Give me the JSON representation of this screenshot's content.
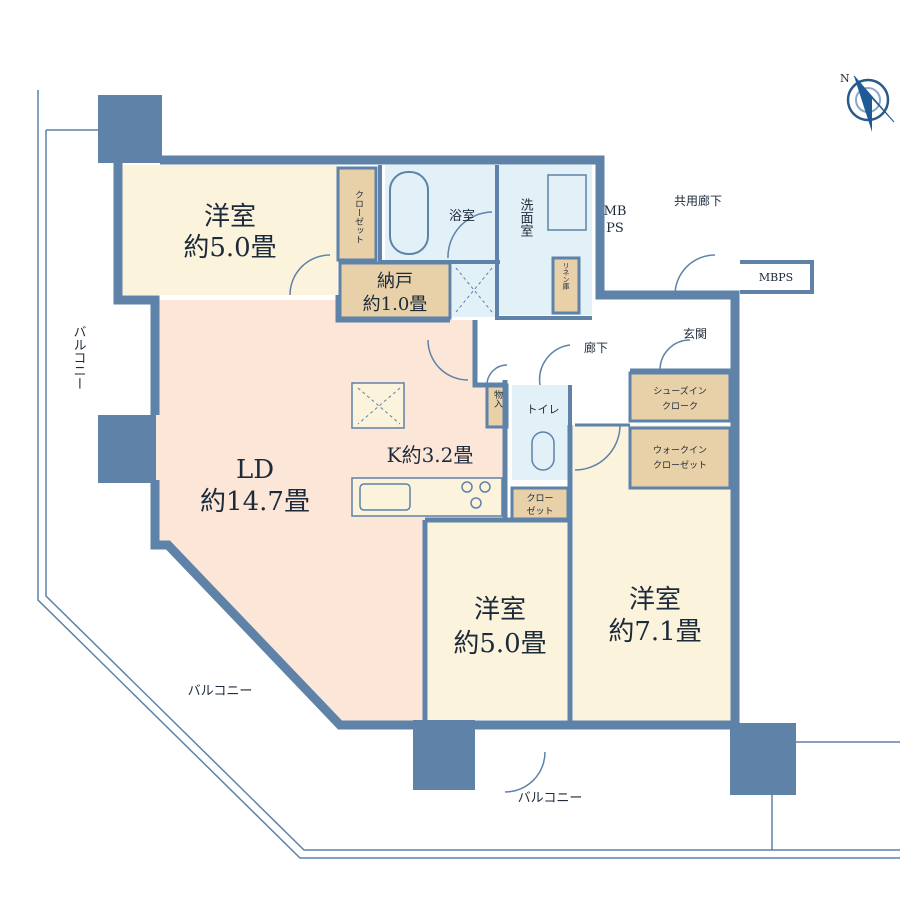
{
  "colors": {
    "wall": "#5e82a8",
    "room": "#fbf3dc",
    "living": "#fbe6d8",
    "wet": "#e2f0f8",
    "storage": "#e8d0a8",
    "line": "#5e82a8"
  },
  "compass": {
    "icon": "compass-north-icon",
    "letter": "N"
  },
  "rooms": {
    "western_a": {
      "name": "洋室",
      "size": "約5.0畳"
    },
    "storeroom": {
      "name": "納戸",
      "size": "約1.0畳"
    },
    "bath": {
      "name": "浴室"
    },
    "washroom": {
      "name": "洗面室"
    },
    "ld": {
      "name": "LD",
      "size": "約14.7畳"
    },
    "kitchen": {
      "label": "K約3.2畳"
    },
    "western_b": {
      "name": "洋室",
      "size": "約5.0畳"
    },
    "western_c": {
      "name": "洋室",
      "size": "約7.1畳"
    },
    "hallway": {
      "name": "廊下"
    },
    "entrance": {
      "name": "玄関"
    },
    "toilet": {
      "name": "トイレ"
    },
    "storage": {
      "name": "物入"
    },
    "closet_a": {
      "name": "クローゼット"
    },
    "closet_b": {
      "line1": "クロー",
      "line2": "ゼット"
    },
    "linen": {
      "name": "リネン庫"
    },
    "shoe_cloak": {
      "line1": "シューズイン",
      "line2": "クローク"
    },
    "walk_in": {
      "line1": "ウォークイン",
      "line2": "クローゼット"
    }
  },
  "labels": {
    "mbps_a_1": "MB",
    "mbps_a_2": "PS",
    "mbps_b": "MBPS",
    "common_corridor": "共用廊下",
    "balcony_left": "バルコニー",
    "balcony_mid": "バルコニー",
    "balcony_bottom": "バルコニー"
  }
}
